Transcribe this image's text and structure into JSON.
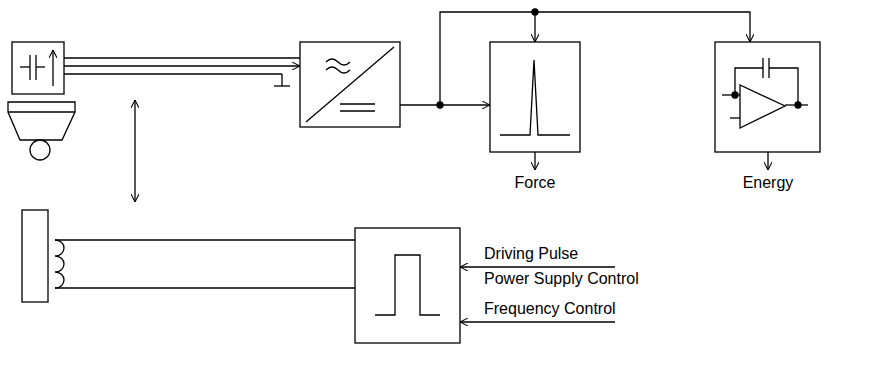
{
  "diagram": {
    "labels": [
      "Force",
      "Energy",
      "Driving Pulse",
      "Power Supply Control",
      "Frequency Control"
    ]
  }
}
